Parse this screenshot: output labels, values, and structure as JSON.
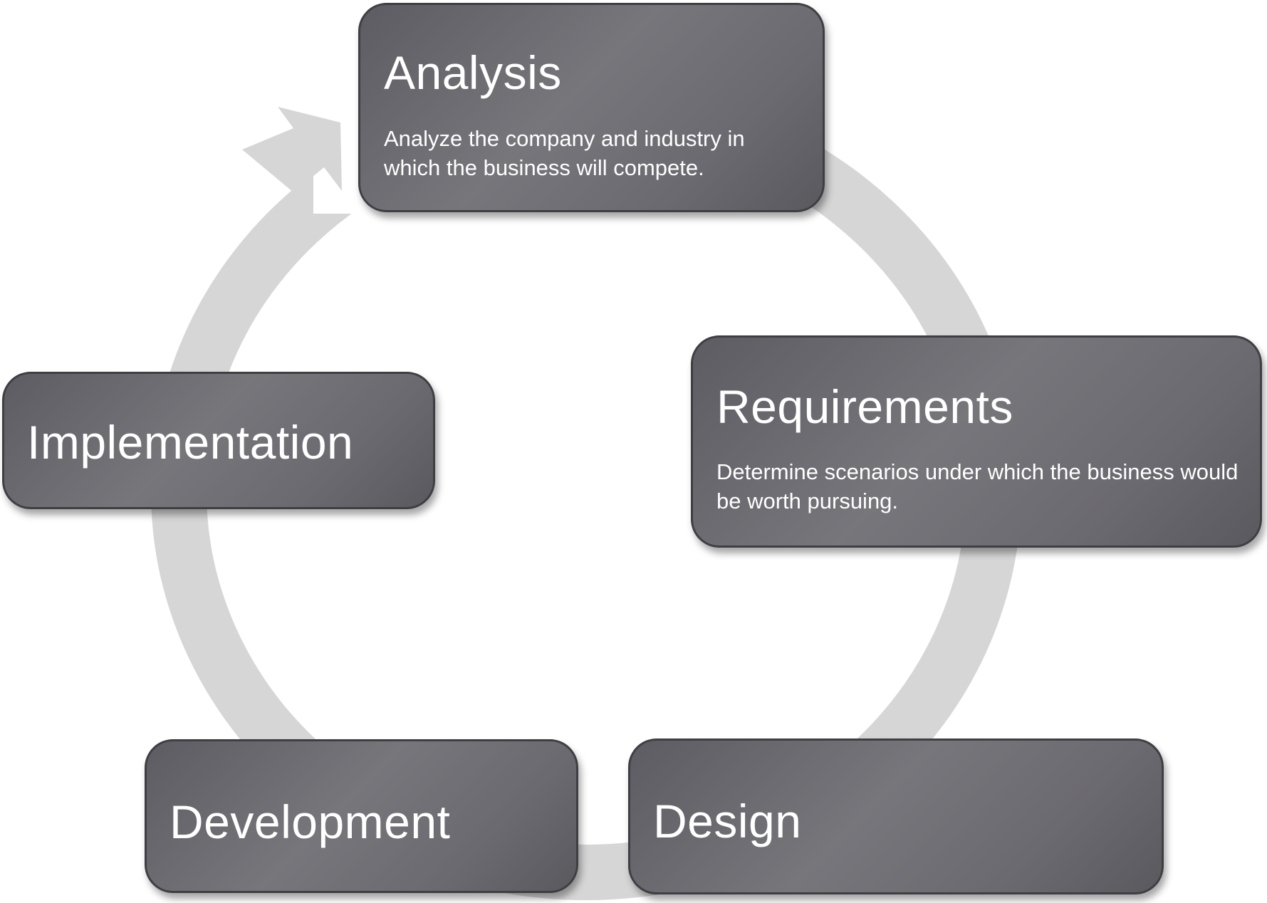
{
  "diagram": {
    "type": "cycle",
    "colors": {
      "box_fill": "#6b6a70",
      "box_border": "#3f3e43",
      "ring": "#d6d6d6",
      "text": "#ffffff",
      "background": "#ffffff"
    },
    "stages": [
      {
        "title": "Analysis",
        "description": "Analyze the company and industry in which the business will compete."
      },
      {
        "title": "Requirements",
        "description": "Determine scenarios under which the business would be worth pursuing."
      },
      {
        "title": "Design"
      },
      {
        "title": "Development"
      },
      {
        "title": "Implementation"
      }
    ]
  }
}
